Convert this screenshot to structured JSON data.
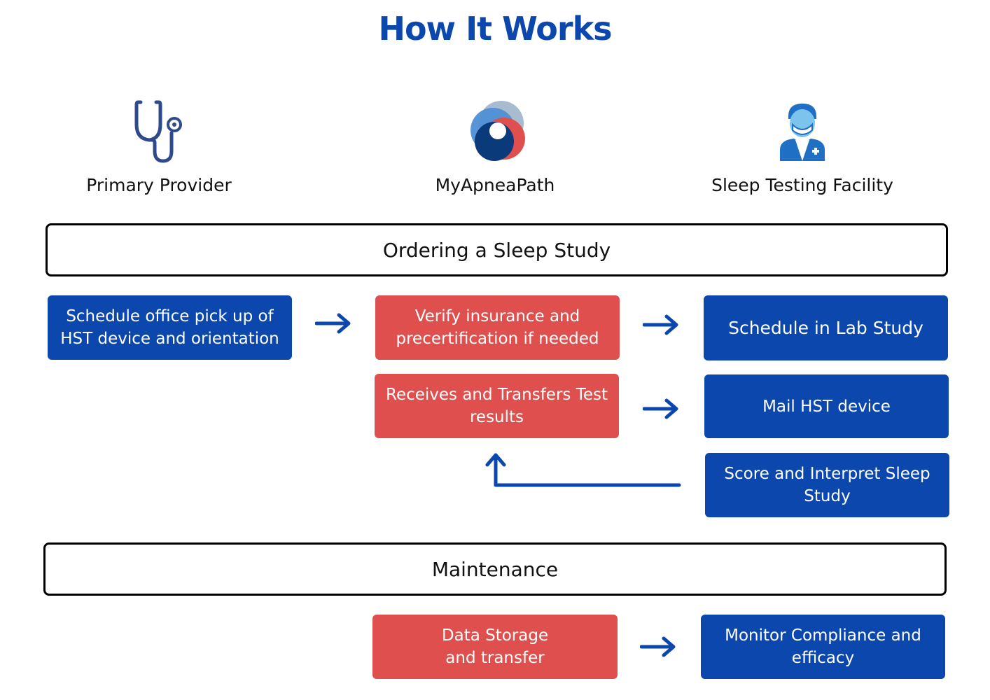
{
  "page": {
    "title": "How It Works"
  },
  "colors": {
    "title": "#0b47ad",
    "blue": "#0b47ad",
    "red": "#df4f4d",
    "arrow": "#0b47ad"
  },
  "columns": [
    {
      "label": "Primary Provider",
      "icon": "stethoscope-icon"
    },
    {
      "label": "MyApneaPath",
      "icon": "myapneapath-logo"
    },
    {
      "label": "Sleep Testing Facility",
      "icon": "doctor-icon"
    }
  ],
  "sections": {
    "ordering": {
      "title": "Ordering a Sleep Study",
      "provider_step": "Schedule office pick up of\nHST device and orientation",
      "verify_step": "Verify insurance and\nprecertification if needed",
      "lab_step": "Schedule in Lab Study",
      "receive_step": "Receives and Transfers Test\nresults",
      "mail_step": "Mail HST device",
      "score_step": "Score and Interpret Sleep\nStudy"
    },
    "maintenance": {
      "title": "Maintenance",
      "storage_step": "Data Storage\nand transfer",
      "monitor_step": "Monitor Compliance and\nefficacy"
    }
  }
}
